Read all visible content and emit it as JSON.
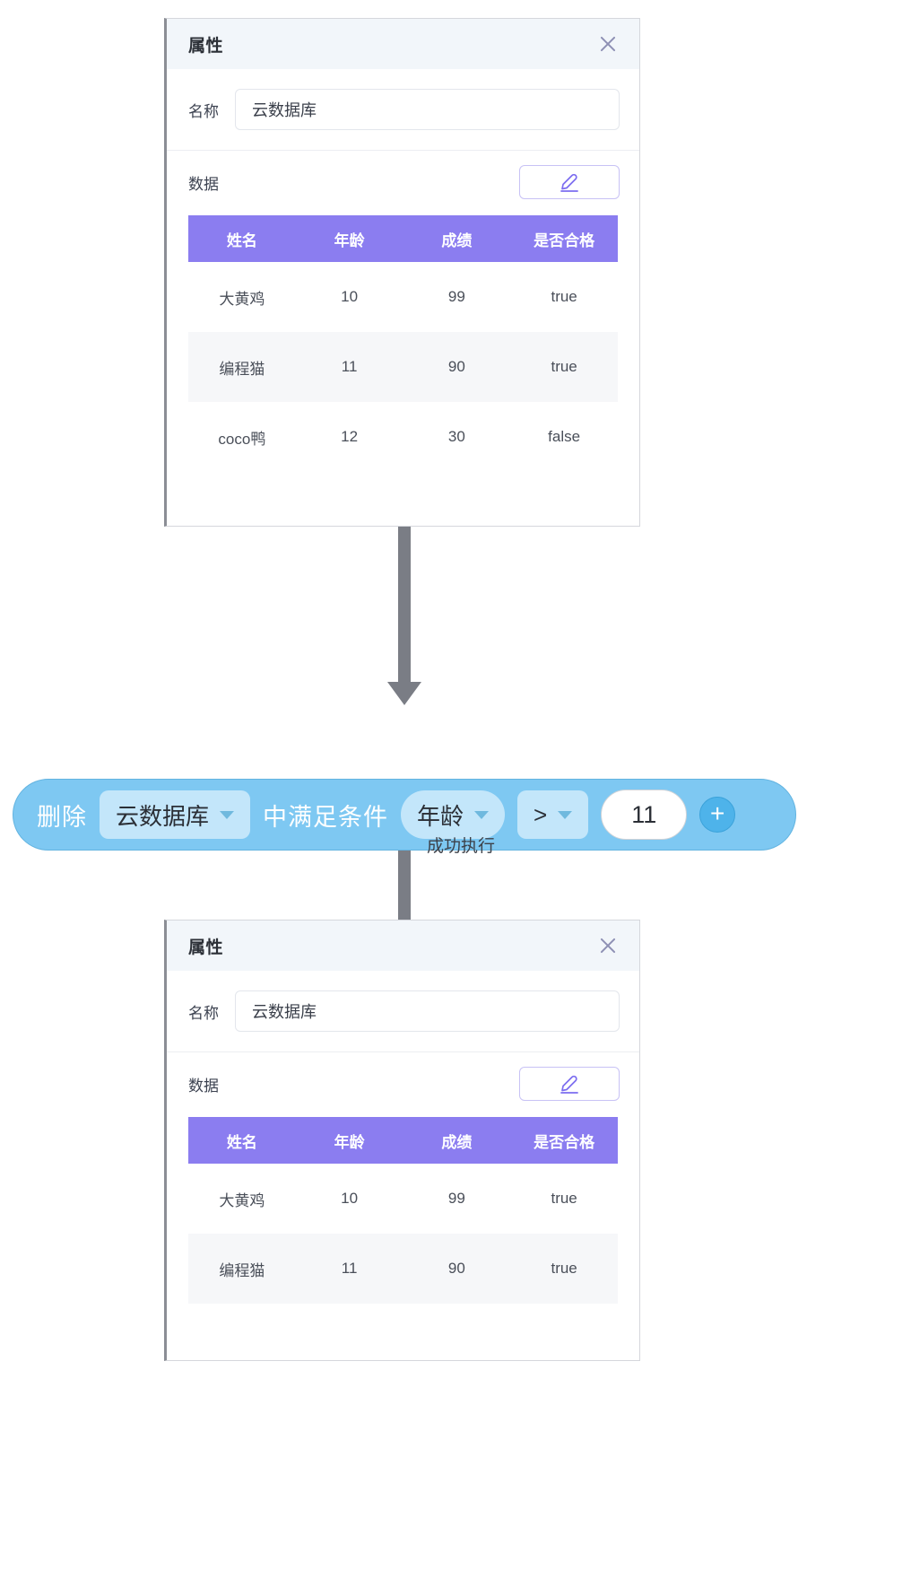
{
  "panel_top": {
    "title": "属性",
    "close_icon": "close-icon",
    "name_label": "名称",
    "name_value": "云数据库",
    "data_label": "数据",
    "edit_icon": "pencil-icon",
    "table": {
      "columns": [
        "姓名",
        "年龄",
        "成绩",
        "是否合格"
      ],
      "rows": [
        [
          "大黄鸡",
          "10",
          "99",
          "true"
        ],
        [
          "编程猫",
          "11",
          "90",
          "true"
        ],
        [
          "coco鸭",
          "12",
          "30",
          "false"
        ]
      ]
    }
  },
  "command": {
    "verb": "删除",
    "source_label": "云数据库",
    "source_chevron": "chevron-down-icon",
    "middle_text": "中满足条件",
    "field_label": "年龄",
    "field_chevron": "chevron-down-icon",
    "operator_label": ">",
    "operator_chevron": "chevron-down-icon",
    "value": "11",
    "add_icon": "plus-icon"
  },
  "flow": {
    "success_label": "成功执行"
  },
  "panel_bottom": {
    "title": "属性",
    "close_icon": "close-icon",
    "name_label": "名称",
    "name_value": "云数据库",
    "data_label": "数据",
    "edit_icon": "pencil-icon",
    "table": {
      "columns": [
        "姓名",
        "年龄",
        "成绩",
        "是否合格"
      ],
      "rows": [
        [
          "大黄鸡",
          "10",
          "99",
          "true"
        ],
        [
          "编程猫",
          "11",
          "90",
          "true"
        ]
      ]
    }
  },
  "colors": {
    "table_header": "#8b7df0",
    "command_block": "#7ec8f2",
    "command_pill": "#c3e6fa",
    "panel_header": "#f2f6fa",
    "arrow": "#7a7d85"
  }
}
